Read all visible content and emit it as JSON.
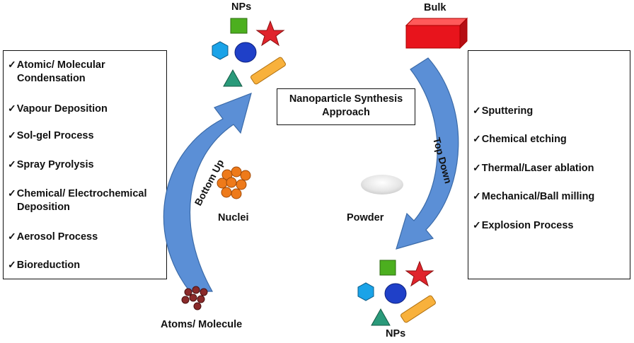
{
  "title": "Nanoparticle Synthesis Approach",
  "title_lines": [
    "Nanoparticle Synthesis",
    "Approach"
  ],
  "labels": {
    "nps_top": "NPs",
    "nps_bottom": "NPs",
    "bulk": "Bulk",
    "nuclei": "Nuclei",
    "powder": "Powder",
    "atoms": "Atoms/ Molecule"
  },
  "arrows": {
    "bottom_up": "Bottom Up",
    "top_down": "Top Down"
  },
  "bottom_up_methods": [
    {
      "lines": [
        "Atomic/ Molecular",
        "Condensation"
      ]
    },
    {
      "lines": [
        "Vapour Deposition"
      ]
    },
    {
      "lines": [
        "Sol-gel Process"
      ]
    },
    {
      "lines": [
        "Spray Pyrolysis"
      ]
    },
    {
      "lines": [
        "Chemical/ Electrochemical",
        "Deposition"
      ]
    },
    {
      "lines": [
        "Aerosol Process"
      ]
    },
    {
      "lines": [
        "Bioreduction"
      ]
    }
  ],
  "top_down_methods": [
    {
      "lines": [
        "Sputtering"
      ]
    },
    {
      "lines": [
        "Chemical etching"
      ]
    },
    {
      "lines": [
        "Thermal/Laser ablation"
      ]
    },
    {
      "lines": [
        "Mechanical/Ball milling"
      ]
    },
    {
      "lines": [
        "Explosion Process"
      ]
    }
  ],
  "colors": {
    "arrow": "#5b8fd6",
    "arrow_edge": "#3a6aa8",
    "bulk": "#e8141c",
    "square": "#4caf1f",
    "star": "#e0242c",
    "hexagon": "#1aa3e8",
    "circle": "#1f40c8",
    "triangle": "#2a9a7a",
    "rod": "#f8b13c",
    "nuclei": "#ee7a1a",
    "atoms": "#8a2a2a"
  }
}
